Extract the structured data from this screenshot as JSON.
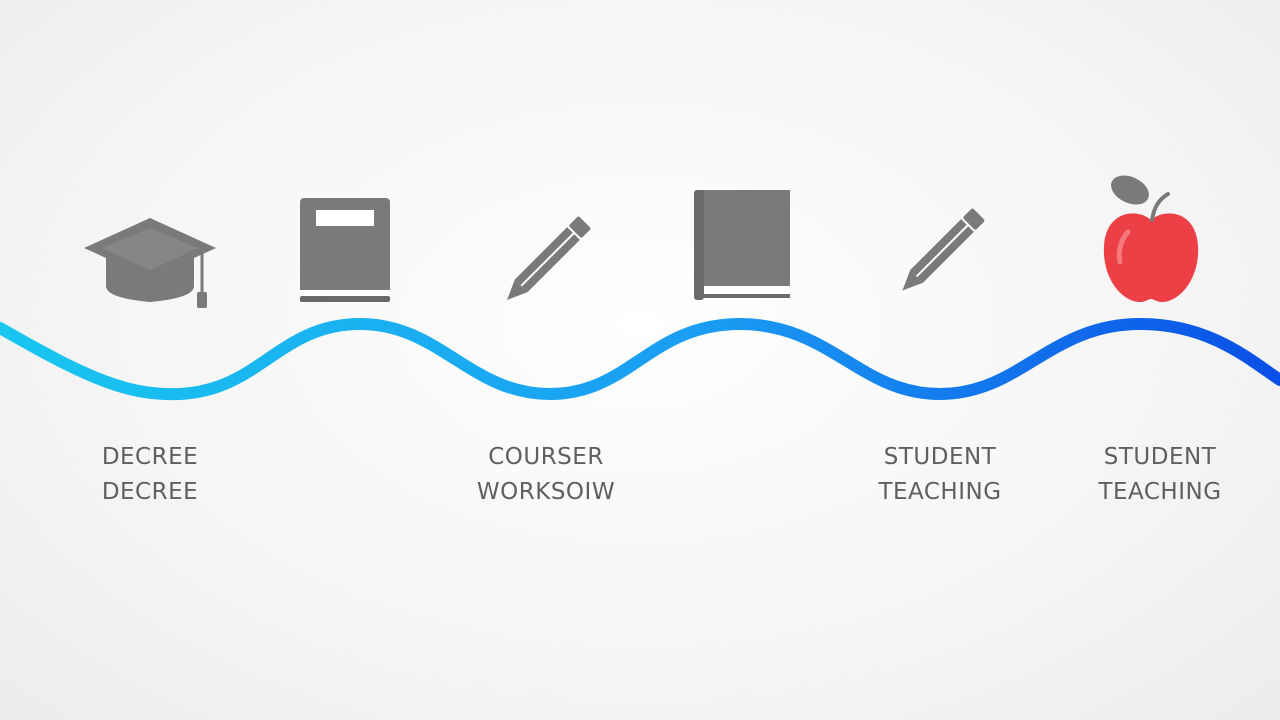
{
  "milestones": [
    {
      "icon": "graduation-cap-icon",
      "label_lines": [
        "DECREE",
        "DECREE"
      ]
    },
    {
      "icon": "book-icon",
      "label_lines": []
    },
    {
      "icon": "pencil-icon",
      "label_lines": [
        "COURSER",
        "WORKSOIW"
      ]
    },
    {
      "icon": "book-icon",
      "label_lines": []
    },
    {
      "icon": "pencil-icon",
      "label_lines": [
        "STUDENT",
        "TEACHING"
      ]
    },
    {
      "icon": "apple-icon",
      "label_lines": [
        "STUDENT",
        "TEACHING"
      ]
    }
  ],
  "colors": {
    "icon_gray": "#7a7a7a",
    "label_text": "#5f5f5f",
    "wave_start": "#19c6f0",
    "wave_end": "#0a4fe6",
    "apple_red": "#ec4046"
  }
}
